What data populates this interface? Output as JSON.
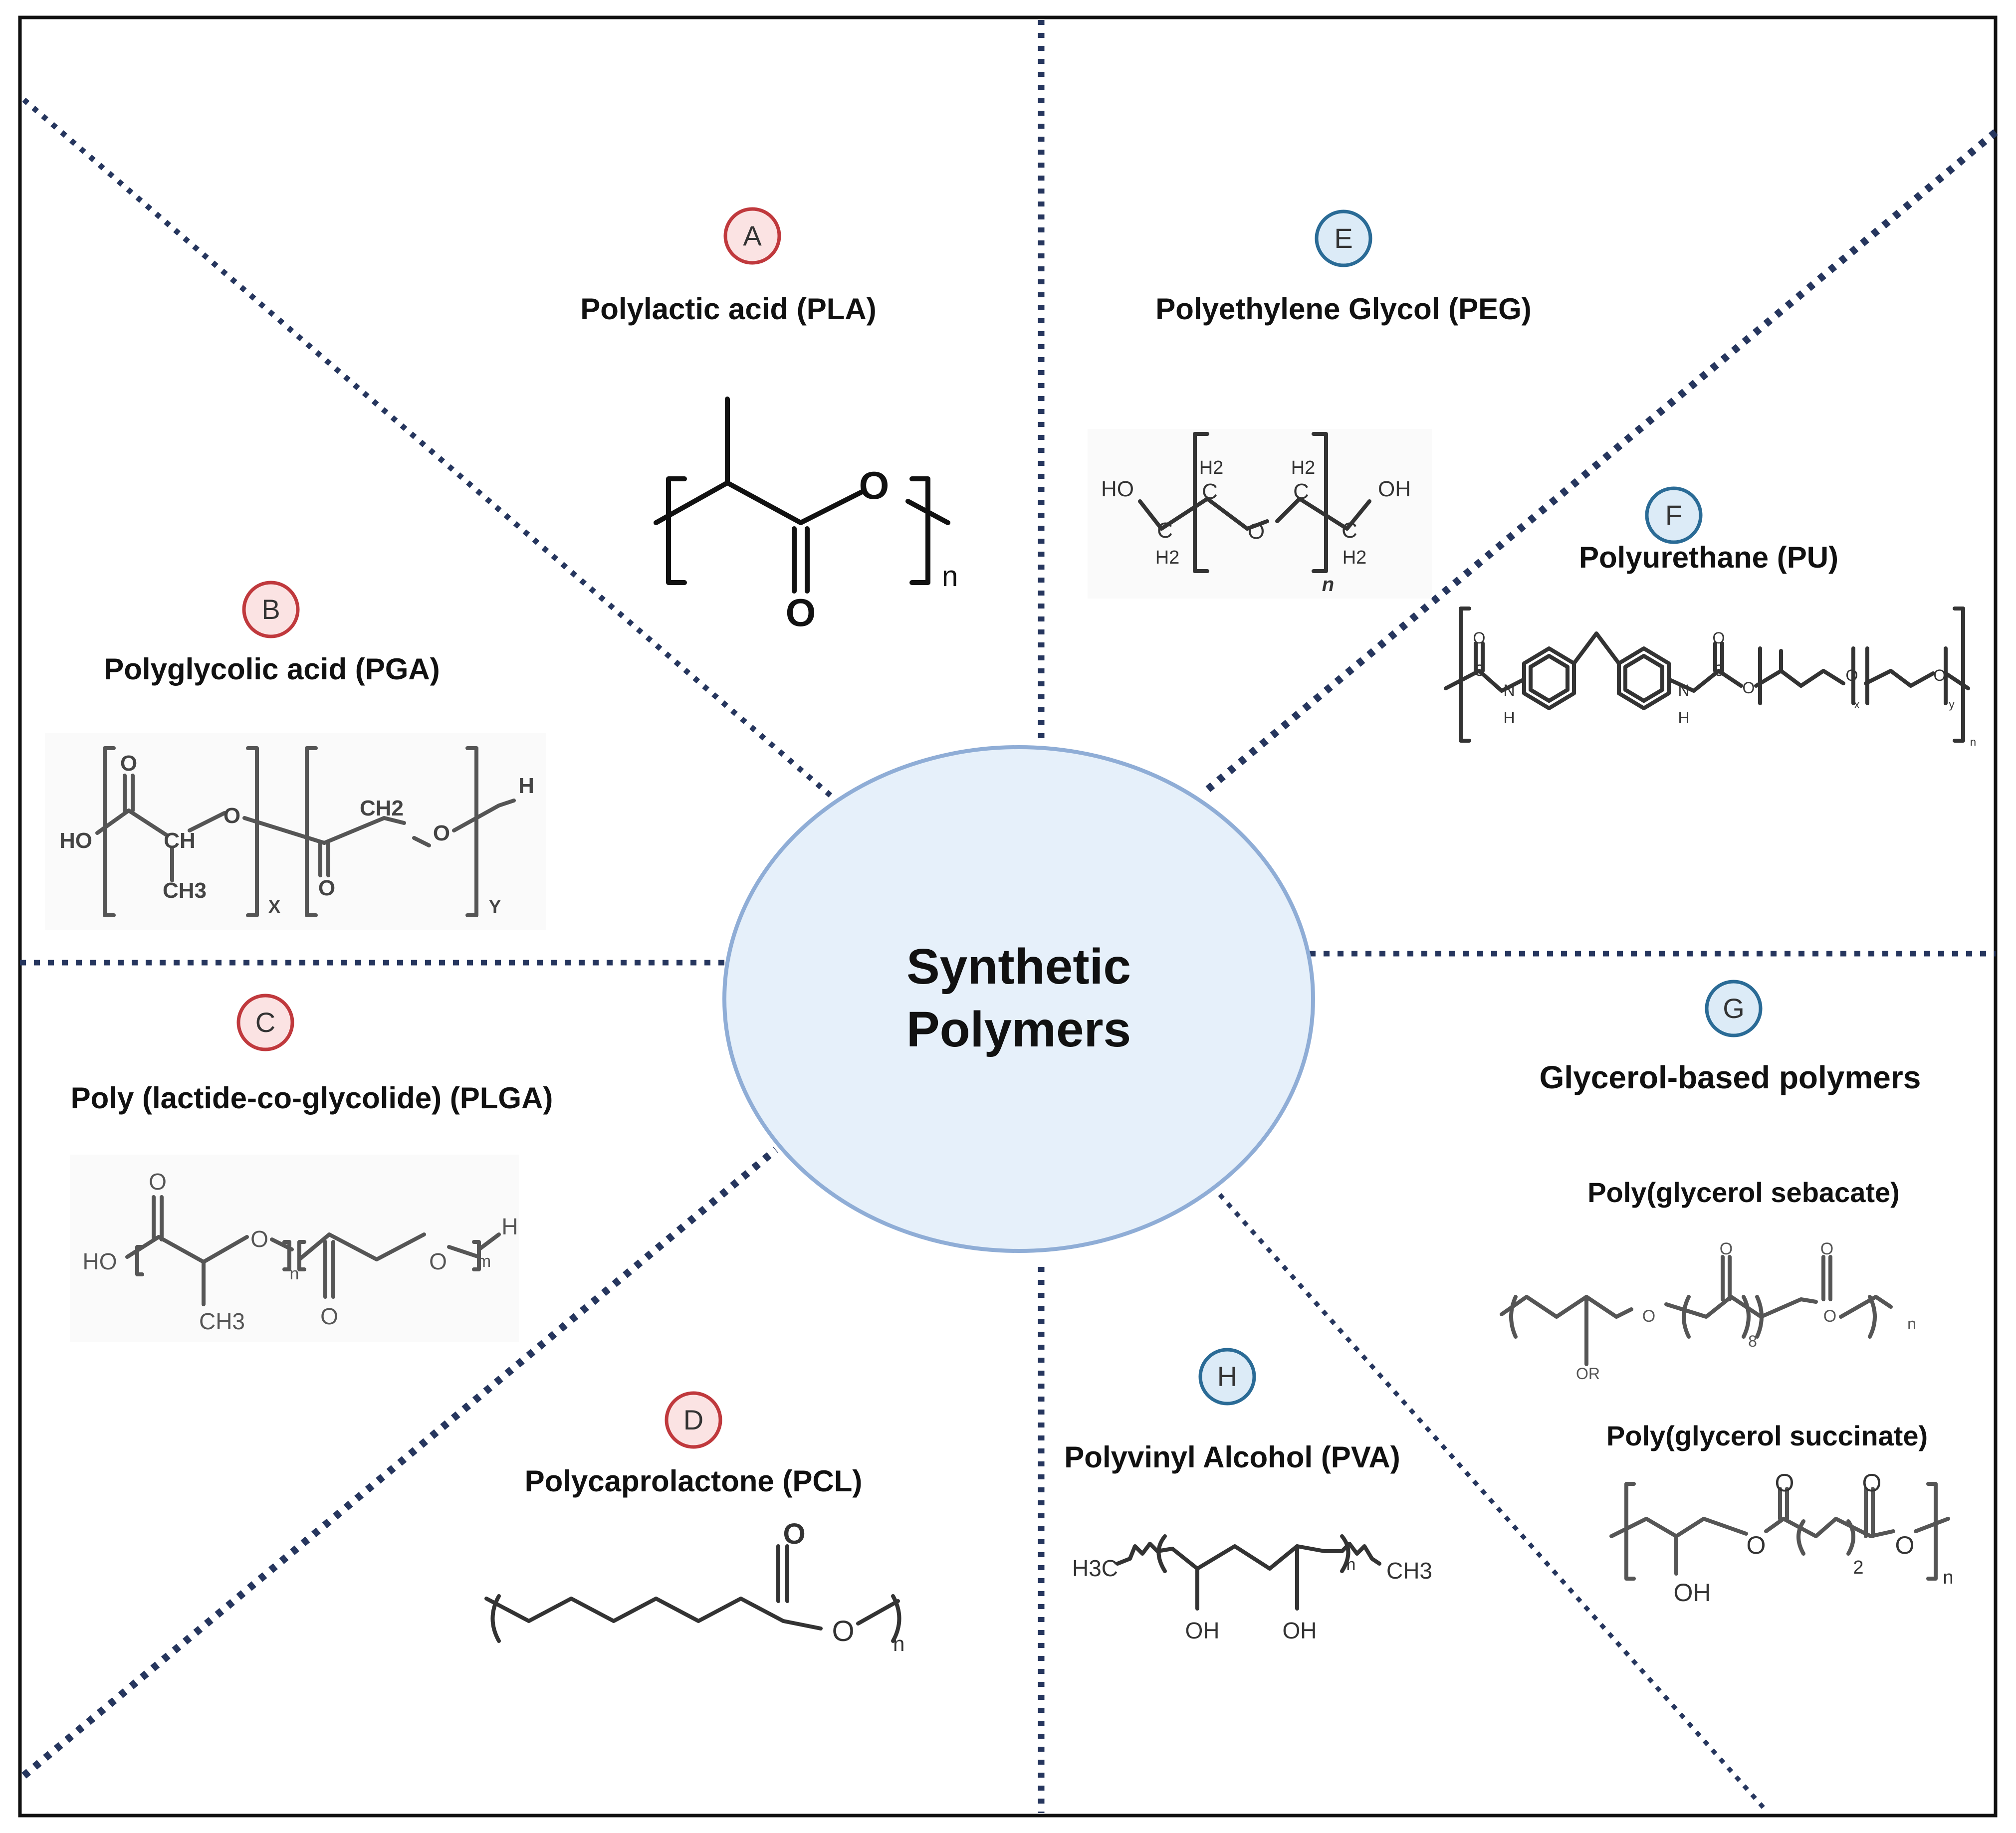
{
  "center": {
    "line1": "Synthetic",
    "line2": "Polymers"
  },
  "colors": {
    "frame": "#111111",
    "divider": "#26365e",
    "center_fill": "#e6f0fa",
    "center_stroke": "#8fadd6",
    "badge_red_fill": "#fbe3e3",
    "badge_red_stroke": "#c0393d",
    "badge_blue_fill": "#dcebf7",
    "badge_blue_stroke": "#2a6b96"
  },
  "sections": [
    {
      "badge": "A",
      "name": "Polylactic acid (PLA)",
      "badge_color": "red"
    },
    {
      "badge": "B",
      "name": "Polyglycolic acid (PGA)",
      "badge_color": "red"
    },
    {
      "badge": "C",
      "name": "Poly (lactide-co-glycolide) (PLGA)",
      "badge_color": "red"
    },
    {
      "badge": "D",
      "name": "Polycaprolactone (PCL)",
      "badge_color": "red"
    },
    {
      "badge": "E",
      "name": "Polyethylene Glycol (PEG)",
      "badge_color": "blue"
    },
    {
      "badge": "F",
      "name": "Polyurethane (PU)",
      "badge_color": "blue"
    },
    {
      "badge": "G",
      "name": "Glycerol-based polymers",
      "badge_color": "blue"
    },
    {
      "badge": "H",
      "name": "Polyvinyl Alcohol (PVA)",
      "badge_color": "blue"
    }
  ],
  "glycerol_subtypes": [
    "Poly(glycerol sebacate)",
    "Poly(glycerol succinate)"
  ],
  "structures": {
    "pla": {
      "o1": "O",
      "o2": "O",
      "n": "n"
    },
    "pga": {
      "o": "O",
      "ho": "HO",
      "ch": "CH",
      "ch3": "CH3",
      "o2": "O",
      "ch2": "CH2",
      "o3": "O",
      "h": "H",
      "x": "X",
      "o4": "O",
      "y": "Y"
    },
    "plga": {
      "o": "O",
      "ho": "HO",
      "o2": "O",
      "n": "n",
      "o3": "O",
      "m": "m",
      "h": "H",
      "ch3": "CH3",
      "o4": "O"
    },
    "pcl": {
      "o": "O",
      "o2": "O",
      "n": "n"
    },
    "peg": {
      "ho": "HO",
      "c1": "C",
      "h2a": "H2",
      "c2": "C",
      "h2b": "H2",
      "o": "O",
      "c3": "C",
      "h2c": "H2",
      "c4": "C",
      "h2d": "H2",
      "oh": "OH",
      "n": "n"
    },
    "pu": {
      "o": "O",
      "c": "C",
      "n1": "N",
      "h1": "H",
      "o2": "O",
      "c2": "C",
      "n2": "N",
      "h2": "H",
      "o3": "O",
      "o4": "O",
      "x": "x",
      "o5": "O",
      "y": "y",
      "n": "n"
    },
    "pgs": {
      "o1": "O",
      "o2": "O",
      "o3": "O",
      "o4": "O",
      "or": "OR",
      "eight": "8",
      "n": "n"
    },
    "pgsu": {
      "o1": "O",
      "o2": "O",
      "o3": "O",
      "o4": "O",
      "oh": "OH",
      "two": "2",
      "n": "n"
    },
    "pva": {
      "h3c": "H3C",
      "ch3": "CH3",
      "oh1": "OH",
      "oh2": "OH",
      "n": "n"
    }
  }
}
